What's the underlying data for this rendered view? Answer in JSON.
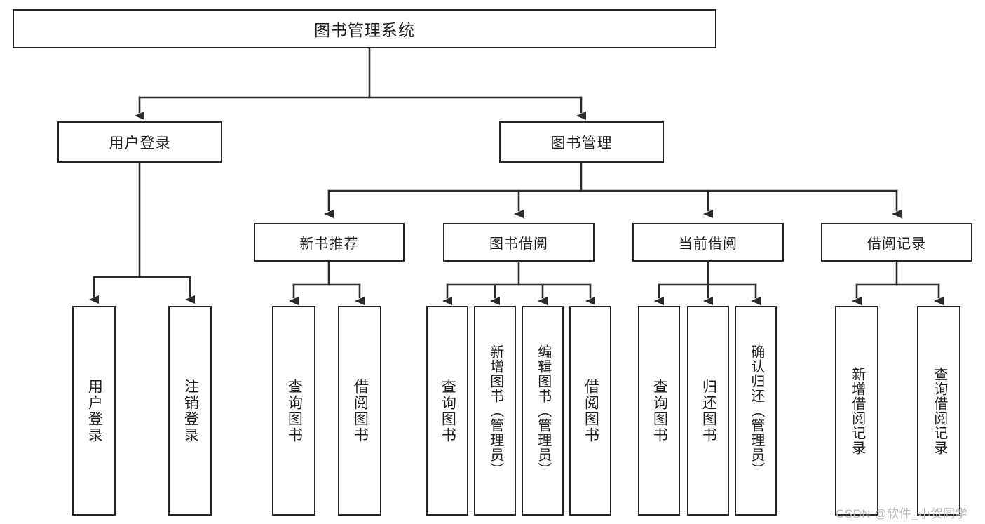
{
  "diagram": {
    "title": "图书管理系统",
    "type": "functional-structure-tree",
    "colors": {
      "border": "#262626",
      "background": "#ffffff",
      "text": "#1f1f1f",
      "watermark": "#b8b8b8"
    },
    "root": {
      "label": "图书管理系统"
    },
    "level1": [
      {
        "label": "用户登录"
      },
      {
        "label": "图书管理"
      }
    ],
    "level2": [
      {
        "label": "新书推荐"
      },
      {
        "label": "图书借阅"
      },
      {
        "label": "当前借阅"
      },
      {
        "label": "借阅记录"
      }
    ],
    "leaves": {
      "user_login": [
        {
          "label": "用户登录"
        },
        {
          "label": "注销登录"
        }
      ],
      "new_book_recommend": [
        {
          "label": "查询图书"
        },
        {
          "label": "借阅图书"
        }
      ],
      "book_borrow": [
        {
          "label": "查询图书"
        },
        {
          "label": "新增图书（管理员）"
        },
        {
          "label": "编辑图书（管理员）"
        },
        {
          "label": "借阅图书"
        }
      ],
      "current_borrow": [
        {
          "label": "查询图书"
        },
        {
          "label": "归还图书"
        },
        {
          "label": "确认归还（管理员）"
        }
      ],
      "borrow_record": [
        {
          "label": "新增借阅记录"
        },
        {
          "label": "查询借阅记录"
        }
      ]
    }
  },
  "watermark": {
    "text": "CSDN @软件_小贺同学"
  }
}
